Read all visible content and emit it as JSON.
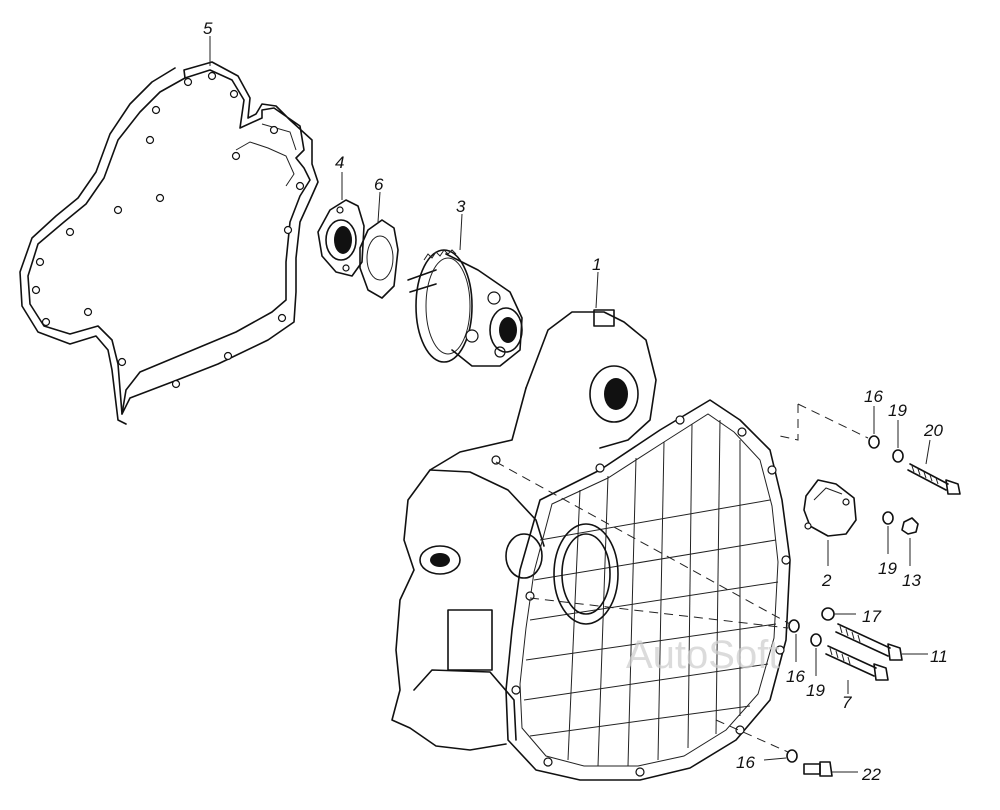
{
  "callouts": {
    "c1": "1",
    "c2": "2",
    "c3": "3",
    "c4": "4",
    "c5": "5",
    "c6": "6",
    "c7": "7",
    "c11": "11",
    "c13": "13",
    "c16a": "16",
    "c16b": "16",
    "c16c": "16",
    "c17": "17",
    "c19a": "19",
    "c19b": "19",
    "c19c": "19",
    "c20": "20",
    "c22": "22"
  },
  "watermark": "AutoSoft"
}
